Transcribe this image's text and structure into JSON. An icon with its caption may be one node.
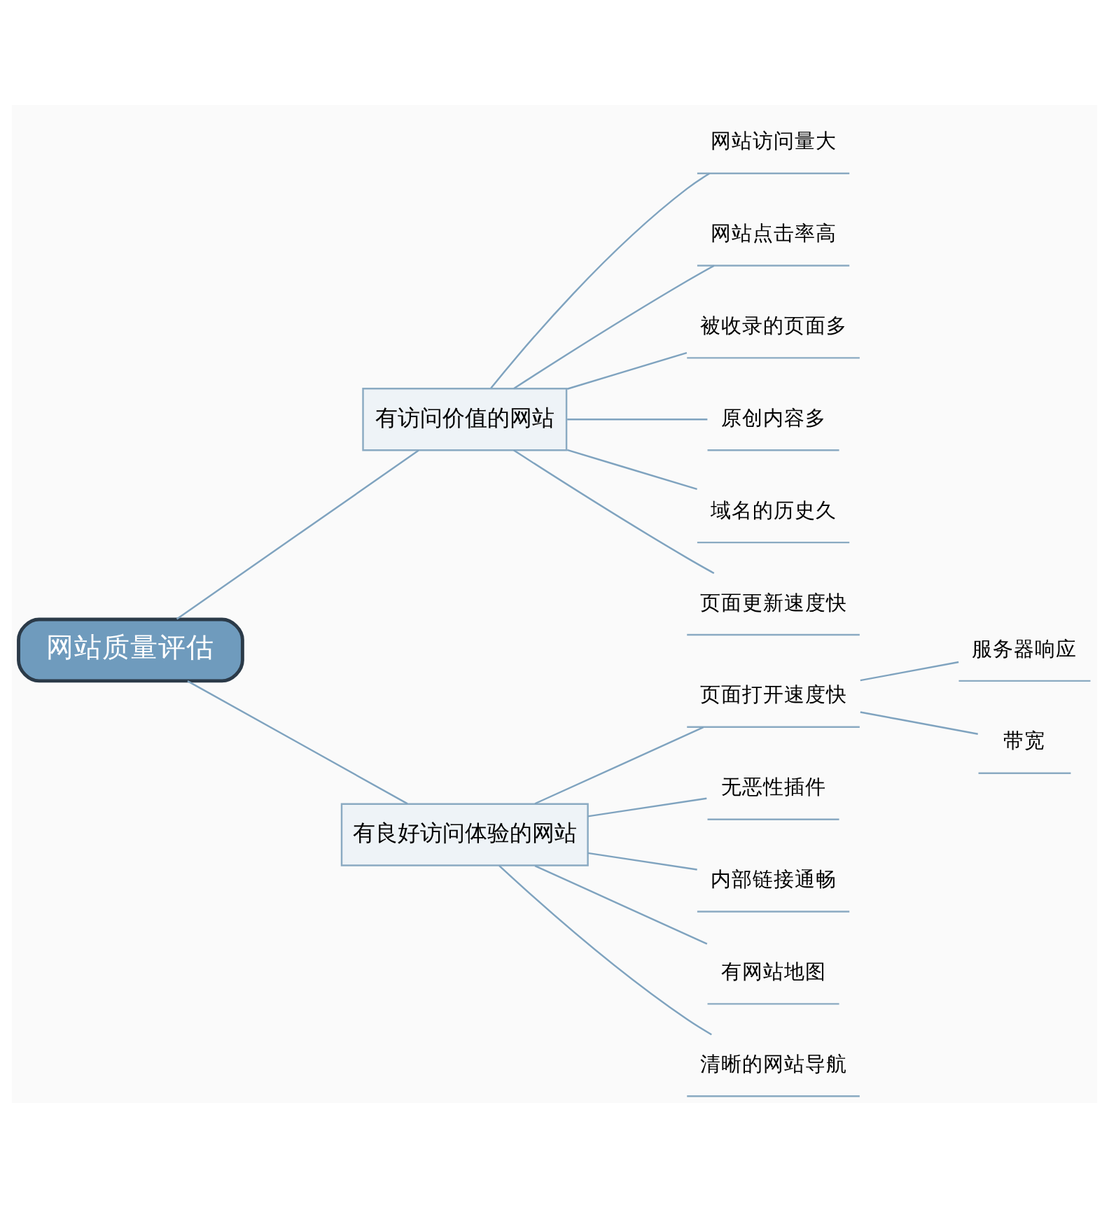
{
  "diagram": {
    "nodes": [
      {
        "text": [
          "网站质量评估"
        ]
      },
      {
        "text": [
          "有访问价值的网站"
        ]
      },
      {
        "text": [
          "网站访问量大"
        ]
      },
      {
        "text": [
          "网站点击率高"
        ]
      },
      {
        "text": [
          "被收录的页面多"
        ]
      },
      {
        "text": [
          "原创内容多"
        ]
      },
      {
        "text": [
          "域名的历史久"
        ]
      },
      {
        "text": [
          "页面更新速度快"
        ]
      },
      {
        "text": [
          "有良好访问体验的网站"
        ]
      },
      {
        "text": [
          "页面打开速度快"
        ]
      },
      {
        "text": [
          "服务器响应"
        ]
      },
      {
        "text": [
          "带宽"
        ]
      },
      {
        "text": [
          "无恶性插件"
        ]
      },
      {
        "text": [
          "内部链接通畅"
        ]
      },
      {
        "text": [
          "有网站地图"
        ]
      },
      {
        "text": [
          "清晰的网站导航"
        ]
      }
    ],
    "edges": [
      {
        "from": 0,
        "to": 1,
        "arrow": "none"
      },
      {
        "from": 1,
        "to": 2,
        "arrow": "none"
      },
      {
        "from": 1,
        "to": 3,
        "arrow": "none"
      },
      {
        "from": 1,
        "to": 4,
        "arrow": "none"
      },
      {
        "from": 1,
        "to": 5,
        "arrow": "none"
      },
      {
        "from": 1,
        "to": 6,
        "arrow": "none"
      },
      {
        "from": 1,
        "to": 7,
        "arrow": "none"
      },
      {
        "from": 0,
        "to": 8,
        "arrow": "none"
      },
      {
        "from": 8,
        "to": 9,
        "arrow": "none"
      },
      {
        "from": 9,
        "to": 10,
        "arrow": "none"
      },
      {
        "from": 9,
        "to": 11,
        "arrow": "none"
      },
      {
        "from": 8,
        "to": 12,
        "arrow": "none"
      },
      {
        "from": 8,
        "to": 13,
        "arrow": "none"
      },
      {
        "from": 8,
        "to": 14,
        "arrow": "none"
      },
      {
        "from": 8,
        "to": 15,
        "arrow": "none"
      }
    ]
  }
}
